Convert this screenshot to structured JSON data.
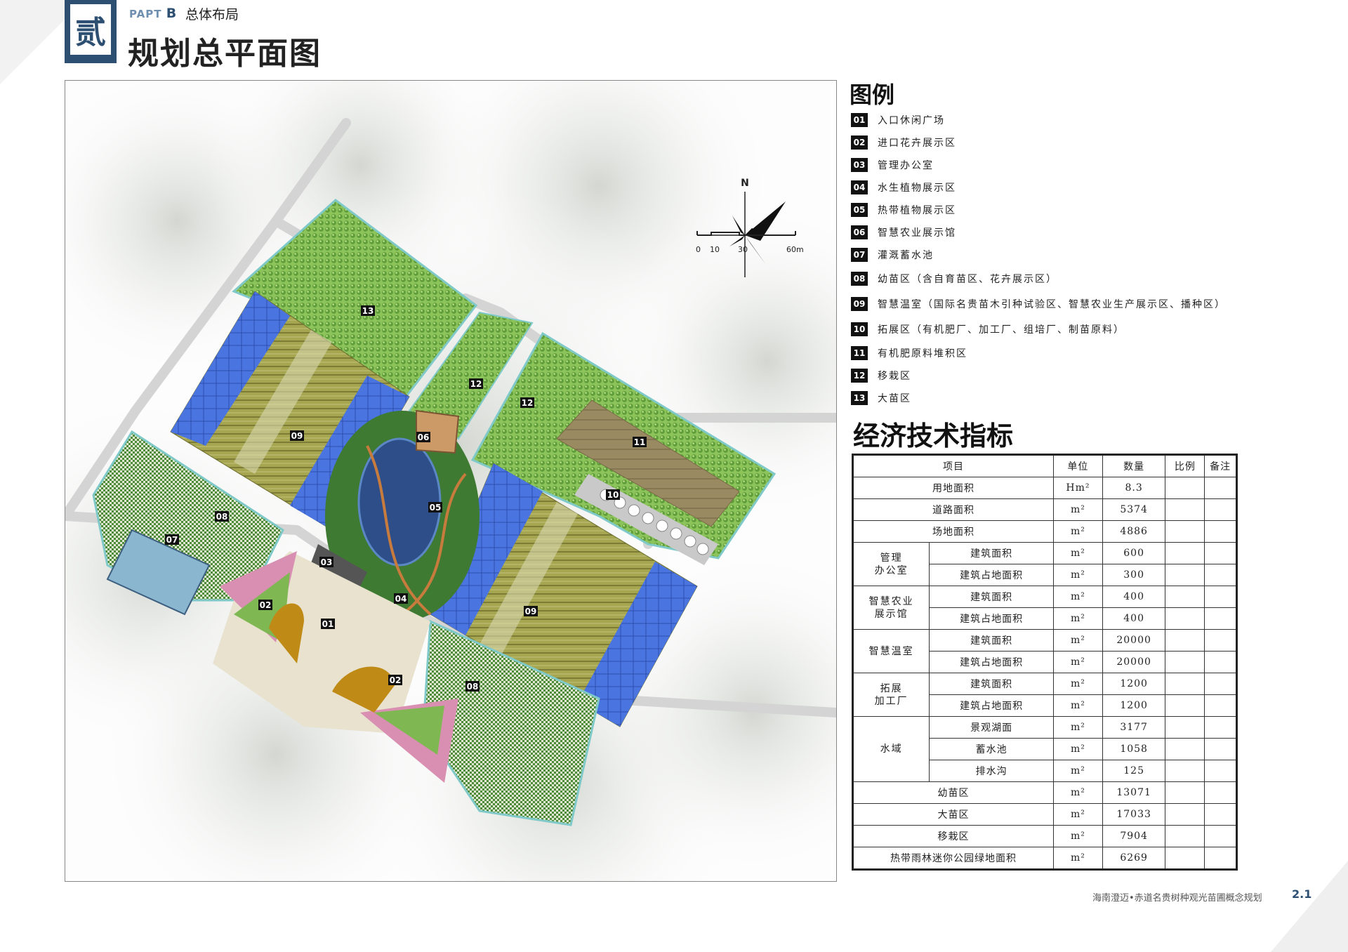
{
  "header": {
    "part_label": "PAPT",
    "part_letter": "B",
    "section": "总体布局",
    "title": "规划总平面图",
    "badge_glyph": "贰"
  },
  "map": {
    "north_label": "N",
    "scale_labels": [
      "0",
      "10",
      "30",
      "60m"
    ],
    "plot_labels": [
      "01",
      "02",
      "02",
      "03",
      "04",
      "05",
      "06",
      "07",
      "08",
      "08",
      "09",
      "09",
      "10",
      "11",
      "12",
      "12",
      "13"
    ],
    "colors": {
      "grass_field": "#7fb852",
      "nursery_field": "#4f8a3a",
      "greenhouse_blue": "#4a74e0",
      "greenhouse_olive": "#9b9b4a",
      "pond": "#2e4e8a",
      "plaza": "#e8e2cf",
      "pink_beds": "#d98fb1",
      "ochre_beds": "#c08a16",
      "road": "#eeeeee",
      "edge_cyan": "#7fc9c9"
    }
  },
  "legend": {
    "title": "图例",
    "items": [
      {
        "num": "01",
        "text": "入口休闲广场"
      },
      {
        "num": "02",
        "text": "进口花卉展示区"
      },
      {
        "num": "03",
        "text": "管理办公室"
      },
      {
        "num": "04",
        "text": "水生植物展示区"
      },
      {
        "num": "05",
        "text": "热带植物展示区"
      },
      {
        "num": "06",
        "text": "智慧农业展示馆"
      },
      {
        "num": "07",
        "text": "灌溉蓄水池"
      },
      {
        "num": "08",
        "text": "幼苗区（含自育苗区、花卉展示区）"
      },
      {
        "num": "09",
        "text": "智慧温室（国际名贵苗木引种试验区、智慧农业生产展示区、播种区）"
      },
      {
        "num": "10",
        "text": "拓展区（有机肥厂、加工厂、组培厂、制苗原料）"
      },
      {
        "num": "11",
        "text": "有机肥原料堆积区"
      },
      {
        "num": "12",
        "text": "移栽区"
      },
      {
        "num": "13",
        "text": "大苗区"
      }
    ]
  },
  "indicators": {
    "title": "经济技术指标",
    "headers": [
      "项目",
      "单位",
      "数量",
      "比例",
      "备注"
    ],
    "unit_hm2": "Hm²",
    "unit_m2": "m²",
    "rows": {
      "land_area": {
        "label": "用地面积",
        "value": "8.3"
      },
      "road_area": {
        "label": "道路面积",
        "value": "5374"
      },
      "plaza_area": {
        "label": "场地面积",
        "value": "4886"
      },
      "office": {
        "group": "管理\n办公室",
        "build_label": "建筑面积",
        "build_value": "600",
        "foot_label": "建筑占地面积",
        "foot_value": "300"
      },
      "hall": {
        "group": "智慧农业\n展示馆",
        "build_label": "建筑面积",
        "build_value": "400",
        "foot_label": "建筑占地面积",
        "foot_value": "400"
      },
      "greenhouse": {
        "group": "智慧温室",
        "build_label": "建筑面积",
        "build_value": "20000",
        "foot_label": "建筑占地面积",
        "foot_value": "20000"
      },
      "factory": {
        "group": "拓展\n加工厂",
        "build_label": "建筑面积",
        "build_value": "1200",
        "foot_label": "建筑占地面积",
        "foot_value": "1200"
      },
      "water": {
        "group": "水域",
        "lake_label": "景观湖面",
        "lake_value": "3177",
        "pool_label": "蓄水池",
        "pool_value": "1058",
        "ditch_label": "排水沟",
        "ditch_value": "125"
      },
      "seedling": {
        "label": "幼苗区",
        "value": "13071"
      },
      "large_seedling": {
        "label": "大苗区",
        "value": "17033"
      },
      "transplant": {
        "label": "移栽区",
        "value": "7904"
      },
      "rainforest": {
        "label": "热带雨林迷你公园绿地面积",
        "value": "6269"
      }
    }
  },
  "footer": {
    "project": "海南澄迈•赤道名贵树种观光苗圃概念规划",
    "page": "2.1"
  }
}
